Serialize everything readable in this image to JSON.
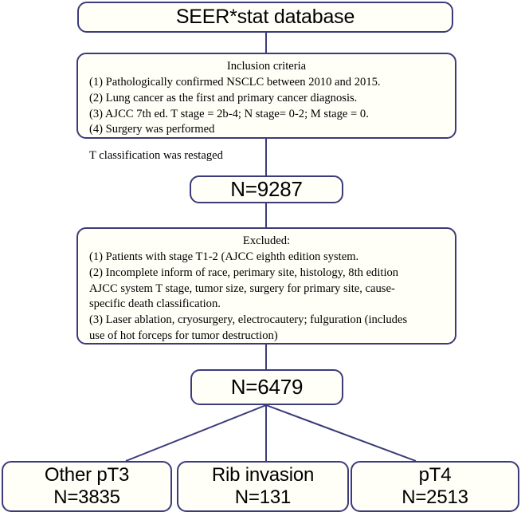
{
  "diagram": {
    "title": "SEER*stat database",
    "accent_color": "#3b3b7a",
    "box_fill": "#fffff8",
    "background": "#ffffff",
    "annotation": "T classification was restaged",
    "inclusion": {
      "heading": "Inclusion criteria",
      "items": [
        "(1) Pathologically confirmed NSCLC between 2010 and 2015.",
        "(2) Lung cancer as the first and primary cancer diagnosis.",
        "(3)  AJCC 7th ed. T stage = 2b-4; N stage= 0-2; M stage = 0.",
        "(4) Surgery was performed"
      ]
    },
    "count_after_inclusion": "N=9287",
    "excluded": {
      "heading": "Excluded:",
      "items": [
        "(1) Patients with stage T1-2 (AJCC eighth edition system.",
        "(2) Incomplete inform of race, perimary site, histology, 8th edition",
        "AJCC system T stage, tumor size, surgery for primary site, cause-",
        "specific death classification.",
        "(3) Laser ablation, cryosurgery, electrocautery; fulguration (includes",
        "use of hot forceps for tumor destruction)"
      ]
    },
    "count_after_exclusion": "N=6479",
    "groups": [
      {
        "label": "Other pT3",
        "count": "N=3835"
      },
      {
        "label": "Rib invasion",
        "count": "N=131"
      },
      {
        "label": "pT4",
        "count": "N=2513"
      }
    ]
  }
}
